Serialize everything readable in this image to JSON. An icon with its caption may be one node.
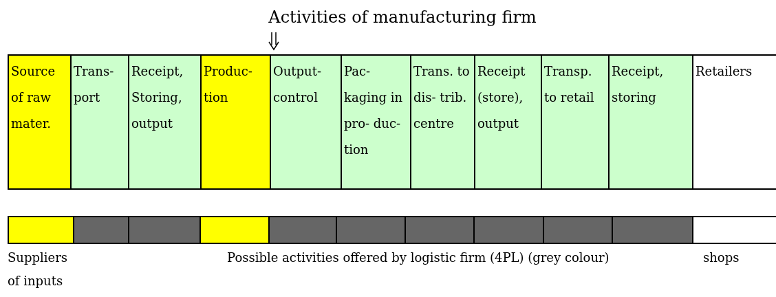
{
  "diagram": {
    "title": "Activities of manufacturing firm",
    "nodes": [
      {
        "text": [
          "Source of raw mater."
        ]
      },
      {
        "text": [
          "Trans- port"
        ]
      },
      {
        "text": [
          "Receipt, Storing, output"
        ]
      },
      {
        "text": [
          "Produc- tion"
        ]
      },
      {
        "text": [
          "Output- control"
        ]
      },
      {
        "text": [
          "Pac- kaging in pro- duc- tion"
        ]
      },
      {
        "text": [
          "Trans. to dis- trib. centre"
        ]
      },
      {
        "text": [
          "Receipt (store), output"
        ]
      },
      {
        "text": [
          "Transp. to retail"
        ]
      },
      {
        "text": [
          "Receipt, storing"
        ]
      },
      {
        "text": [
          "Retailers"
        ]
      },
      {
        "text": [],
        "shape": "box"
      },
      {
        "text": [],
        "shape": "box"
      },
      {
        "text": [],
        "shape": "box"
      },
      {
        "text": [],
        "shape": "box"
      },
      {
        "text": [],
        "shape": "box"
      },
      {
        "text": [],
        "shape": "box"
      },
      {
        "text": [],
        "shape": "box"
      },
      {
        "text": [],
        "shape": "box"
      },
      {
        "text": [],
        "shape": "box"
      },
      {
        "text": [],
        "shape": "box"
      },
      {
        "text": [],
        "shape": "box"
      }
    ],
    "edges": [],
    "labels": [
      "Suppliers of inputs",
      "Possible activities offered by logistic firm (4PL) (grey colour)",
      "shops"
    ]
  }
}
